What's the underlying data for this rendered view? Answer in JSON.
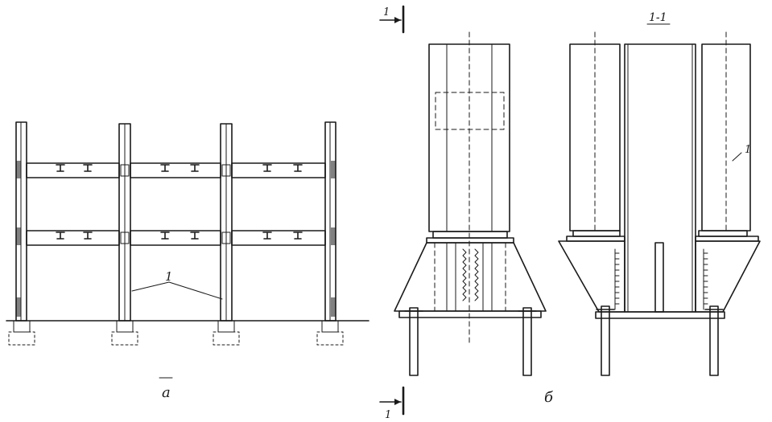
{
  "labels": {
    "panel_a": "a",
    "panel_b": "б",
    "section_title": "1-1",
    "section_mark_top": "1",
    "section_mark_bottom": "1",
    "callout_1_frame": "1",
    "callout_1_section": "1"
  },
  "colors": {
    "ink": "#1a1a1a",
    "background": "#ffffff"
  }
}
